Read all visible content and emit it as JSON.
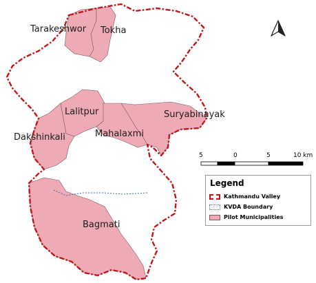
{
  "map": {
    "municipalities": [
      {
        "id": "tarakeshwor",
        "label": "Tarakeshwor"
      },
      {
        "id": "tokha",
        "label": "Tokha"
      },
      {
        "id": "lalitpur",
        "label": "Lalitpur"
      },
      {
        "id": "mahalaxmi",
        "label": "Mahalaxmi"
      },
      {
        "id": "suryabinayak",
        "label": "Suryabinayak"
      },
      {
        "id": "dakshinkali",
        "label": "Dakshinkali"
      },
      {
        "id": "bagmati",
        "label": "Bagmati"
      }
    ],
    "north_arrow": "north-arrow-icon",
    "scale_bar": {
      "ticks": [
        "5",
        "0",
        "5",
        "10 km"
      ],
      "unit": "km"
    },
    "legend": {
      "title": "Legend",
      "items": [
        {
          "label": "Kathmandu Valley",
          "style": "red-dashed-outline"
        },
        {
          "label": "KVDA Boundary",
          "style": "blue-dotted-line"
        },
        {
          "label": "Pilot Municipalities",
          "style": "pink-fill"
        }
      ]
    },
    "colors": {
      "pilot_fill": "#eeaab5",
      "valley_outline": "#c0161a",
      "kvda_line": "#3d6fb3"
    }
  }
}
